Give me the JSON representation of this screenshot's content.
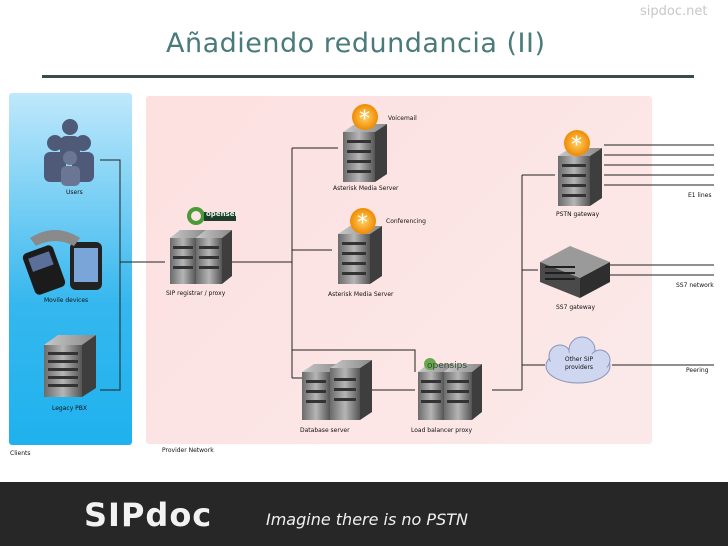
{
  "watermark": "sipdoc.net",
  "title": "Añadiendo redundancia (II)",
  "diagram": {
    "zones": {
      "clients": "Clients",
      "provider": "Provider Network"
    },
    "nodes": {
      "users": "Users",
      "mobile": "Movile devices",
      "legacy": "Legacy PBX",
      "registrar": "SIP registrar / proxy",
      "ams1": "Asterisk Media Server",
      "voicemail": "Voicemail",
      "ams2": "Asterisk Media Server",
      "conferencing": "Conferencing",
      "db": "Database server",
      "lb": "Load balancer proxy",
      "pstn": "PSTN gateway",
      "ss7gw": "SS7 gateway",
      "other_sip": "Other SIP providers"
    },
    "edges_labels": {
      "e1": "E1 lines",
      "ss7": "SS7 network",
      "peering": "Peering"
    },
    "logos": {
      "openser": "openser",
      "opensips": "opensips"
    }
  },
  "footer": {
    "brand": "SIPdoc",
    "tagline": "Imagine there is no PSTN"
  }
}
